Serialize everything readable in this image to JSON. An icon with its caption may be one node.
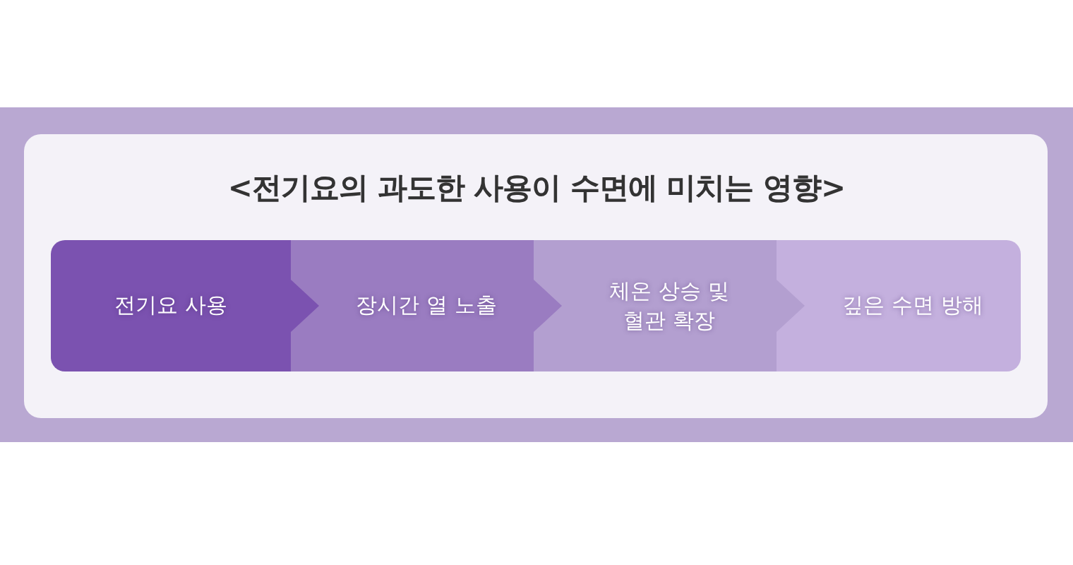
{
  "diagram": {
    "title": "<전기요의 과도한 사용이 수면에 미치는 영향>",
    "nodes": [
      {
        "text": [
          "전기요 사용"
        ]
      },
      {
        "text": [
          "장시간 열 노출"
        ]
      },
      {
        "text": [
          "체온 상승 및 혈관 확장"
        ]
      },
      {
        "text": [
          "깊은 수면 방해"
        ]
      }
    ],
    "edges": [
      {
        "from": 0,
        "to": 1,
        "arrow": "to"
      },
      {
        "from": 1,
        "to": 2,
        "arrow": "to"
      },
      {
        "from": 2,
        "to": 3,
        "arrow": "to"
      }
    ]
  }
}
